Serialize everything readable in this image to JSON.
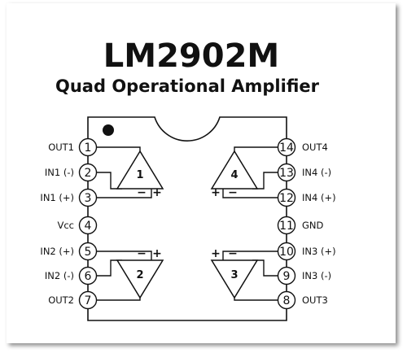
{
  "title": "LM2902M",
  "subtitle": "Quad Operational Amplifier",
  "pins_left": [
    {
      "number": "1",
      "label": "OUT1"
    },
    {
      "number": "2",
      "label": "IN1 (-)"
    },
    {
      "number": "3",
      "label": "IN1 (+)"
    },
    {
      "number": "4",
      "label": "Vcc"
    },
    {
      "number": "5",
      "label": "IN2 (+)"
    },
    {
      "number": "6",
      "label": "IN2 (-)"
    },
    {
      "number": "7",
      "label": "OUT2"
    }
  ],
  "pins_right": [
    {
      "number": "14",
      "label": "OUT4"
    },
    {
      "number": "13",
      "label": "IN4 (-)"
    },
    {
      "number": "12",
      "label": "IN4 (+)"
    },
    {
      "number": "11",
      "label": "GND"
    },
    {
      "number": "10",
      "label": "IN3 (+)"
    },
    {
      "number": "9",
      "label": "IN3 (-)"
    },
    {
      "number": "8",
      "label": "OUT3"
    }
  ],
  "amplifiers": [
    "1",
    "2",
    "3",
    "4"
  ],
  "input_signs": {
    "minus": "−",
    "plus": "+"
  }
}
